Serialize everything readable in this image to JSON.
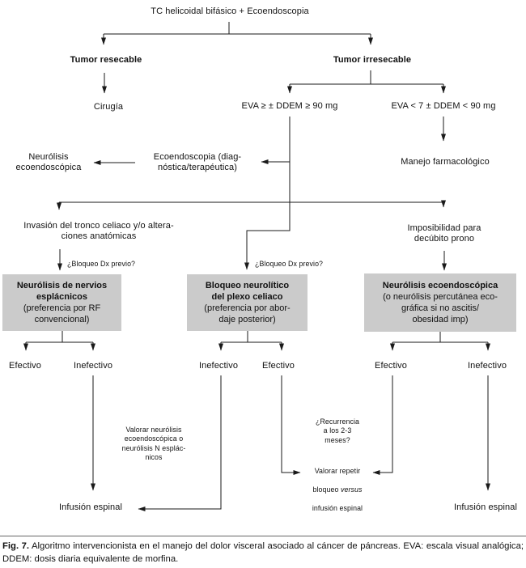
{
  "colors": {
    "box_fill": "#cbcbcb",
    "line": "#1a1a1a",
    "background": "#ffffff"
  },
  "root": {
    "label": "TC helicoidal bifásico + Ecoendoscopia"
  },
  "branches": {
    "tumor_resecable": "Tumor resecable",
    "tumor_irresecable": "Tumor irresecable",
    "cirugia": "Cirugía",
    "eva_alta": "EVA ≥ ± DDEM ≥ 90 mg",
    "eva_baja": "EVA < 7 ± DDEM < 90 mg",
    "manejo_farmacologico": "Manejo farmacológico",
    "ecoendoscopia": "Ecoendoscopia (diag-\nnóstica/terapéutica)",
    "neurolisis_ecoendoscopica": "Neurólisis\necoendoscópica",
    "invasion_tronco": "Invasión del tronco celiaco y/o altera-\nciones anatómicas",
    "imposibilidad_decubito": "Imposibilidad para\ndecúbito prono",
    "bloqueo_dx_previo": "¿Bloqueo Dx previo?"
  },
  "boxes": {
    "esplacnicos": {
      "title": "Neurólisis de nervios\nesplácnicos",
      "subtitle": "(preferencia por RF\nconvencional)"
    },
    "plexo_celiaco": {
      "title": "Bloqueo neurolítico\ndel plexo celiaco",
      "subtitle": "(preferencia por abor-\ndaje posterior)"
    },
    "ecoendoscopica": {
      "title": "Neurólisis ecoendoscópica",
      "subtitle": "(o neurólisis percutánea eco-\ngráfica si no ascitis/\nobesidad imp)"
    }
  },
  "outcomes": {
    "efectivo": "Efectivo",
    "inefectivo": "Inefectivo"
  },
  "notes": {
    "valorar_neurolisis": "Valorar neurólisis\necoendoscópica o\nneurólisis N esplác-\nnicos",
    "recurrencia": "¿Recurrencia\na los 2-3\nmeses?",
    "valorar_repetir_line1": "Valorar repetir",
    "valorar_repetir_pre": "bloqueo",
    "valorar_repetir_italic": "versus",
    "valorar_repetir_line3": "infusión espinal",
    "infusion_espinal": "Infusión espinal"
  },
  "caption": {
    "label": "Fig. 7.",
    "text": "Algoritmo intervencionista en el manejo del dolor visceral asociado al cáncer de páncreas. EVA: escala visual analógica; DDEM: dosis diaria equivalente de morfina."
  }
}
